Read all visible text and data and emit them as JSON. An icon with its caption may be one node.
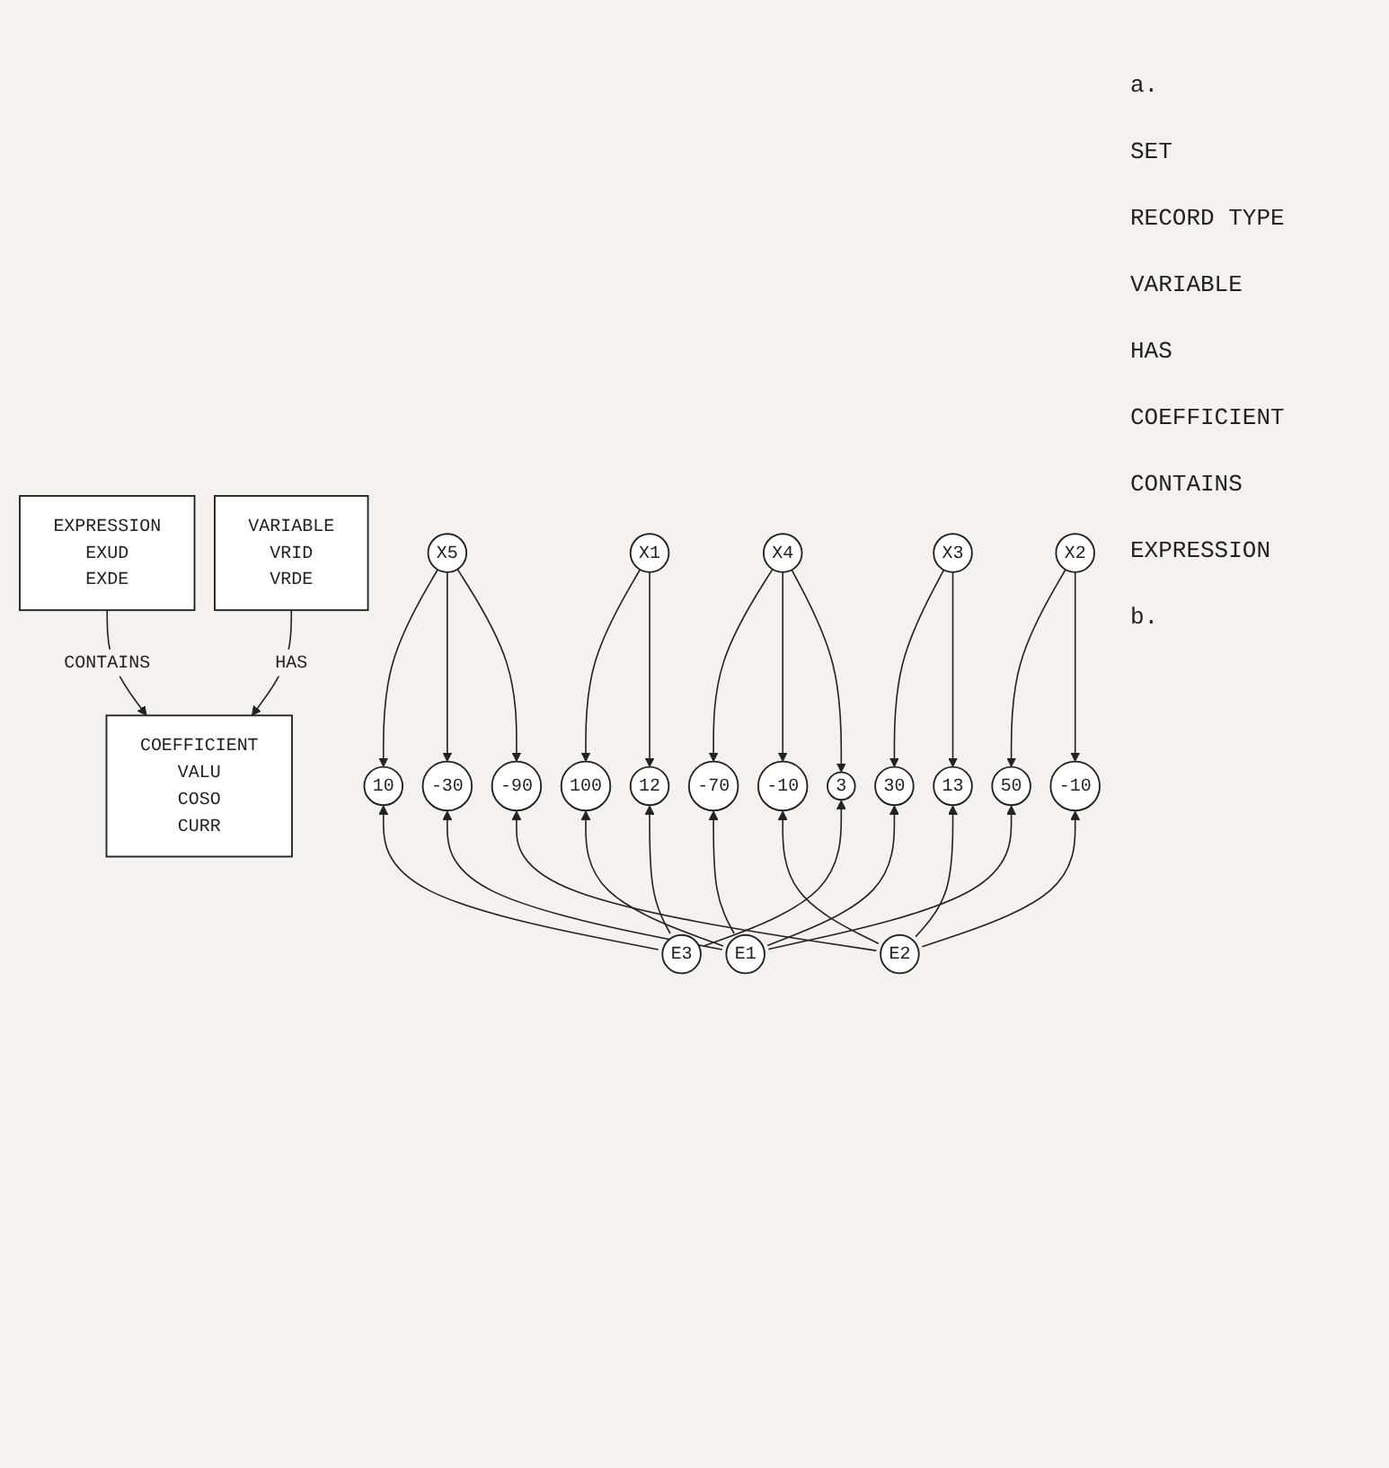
{
  "diagram": {
    "nodes": [
      {
        "text": [
          "VARIABLE",
          "VRID",
          "VRDE"
        ]
      },
      {
        "text": [
          "EXPRESSION",
          "EXUD",
          "EXDE"
        ]
      },
      {
        "text": [
          "COEFFICIENT",
          "VALU",
          "COSO",
          "CURR"
        ]
      },
      {
        "text": [
          "X1"
        ]
      },
      {
        "text": [
          "X2"
        ]
      },
      {
        "text": [
          "X3"
        ]
      },
      {
        "text": [
          "X4"
        ]
      },
      {
        "text": [
          "X5"
        ]
      },
      {
        "text": [
          "12"
        ]
      },
      {
        "text": [
          "100"
        ]
      },
      {
        "text": [
          "-10"
        ]
      },
      {
        "text": [
          "50"
        ]
      },
      {
        "text": [
          "13"
        ]
      },
      {
        "text": [
          "30"
        ]
      },
      {
        "text": [
          "3"
        ]
      },
      {
        "text": [
          "-10"
        ]
      },
      {
        "text": [
          "-70"
        ]
      },
      {
        "text": [
          "-90"
        ]
      },
      {
        "text": [
          "-30"
        ]
      },
      {
        "text": [
          "10"
        ]
      },
      {
        "text": [
          "E1"
        ]
      },
      {
        "text": [
          "E2"
        ]
      },
      {
        "text": [
          "E3"
        ]
      }
    ],
    "edges": [
      {
        "from": 0,
        "to": 2,
        "arrow": "to",
        "label": "HAS"
      },
      {
        "from": 1,
        "to": 2,
        "arrow": "to",
        "label": "CONTAINS"
      },
      {
        "from": 3,
        "to": 8,
        "arrow": "to"
      },
      {
        "from": 3,
        "to": 9,
        "arrow": "to"
      },
      {
        "from": 4,
        "to": 10,
        "arrow": "to"
      },
      {
        "from": 4,
        "to": 11,
        "arrow": "to"
      },
      {
        "from": 5,
        "to": 12,
        "arrow": "to"
      },
      {
        "from": 5,
        "to": 13,
        "arrow": "to"
      },
      {
        "from": 6,
        "to": 14,
        "arrow": "to"
      },
      {
        "from": 6,
        "to": 15,
        "arrow": "to"
      },
      {
        "from": 6,
        "to": 16,
        "arrow": "to"
      },
      {
        "from": 7,
        "to": 17,
        "arrow": "to"
      },
      {
        "from": 7,
        "to": 18,
        "arrow": "to"
      },
      {
        "from": 7,
        "to": 19,
        "arrow": "to"
      },
      {
        "from": 20,
        "to": 9,
        "arrow": "to"
      },
      {
        "from": 20,
        "to": 11,
        "arrow": "to"
      },
      {
        "from": 20,
        "to": 13,
        "arrow": "to"
      },
      {
        "from": 20,
        "to": 16,
        "arrow": "to"
      },
      {
        "from": 20,
        "to": 18,
        "arrow": "to"
      },
      {
        "from": 21,
        "to": 10,
        "arrow": "to"
      },
      {
        "from": 21,
        "to": 12,
        "arrow": "to"
      },
      {
        "from": 21,
        "to": 15,
        "arrow": "to"
      },
      {
        "from": 21,
        "to": 17,
        "arrow": "to"
      },
      {
        "from": 22,
        "to": 8,
        "arrow": "to"
      },
      {
        "from": 22,
        "to": 14,
        "arrow": "to"
      },
      {
        "from": 22,
        "to": 19,
        "arrow": "to"
      }
    ],
    "labels": [
      "a.",
      "SET",
      "RECORD TYPE",
      "VARIABLE",
      "HAS",
      "COEFFICIENT",
      "CONTAINS",
      "EXPRESSION",
      "b."
    ]
  }
}
